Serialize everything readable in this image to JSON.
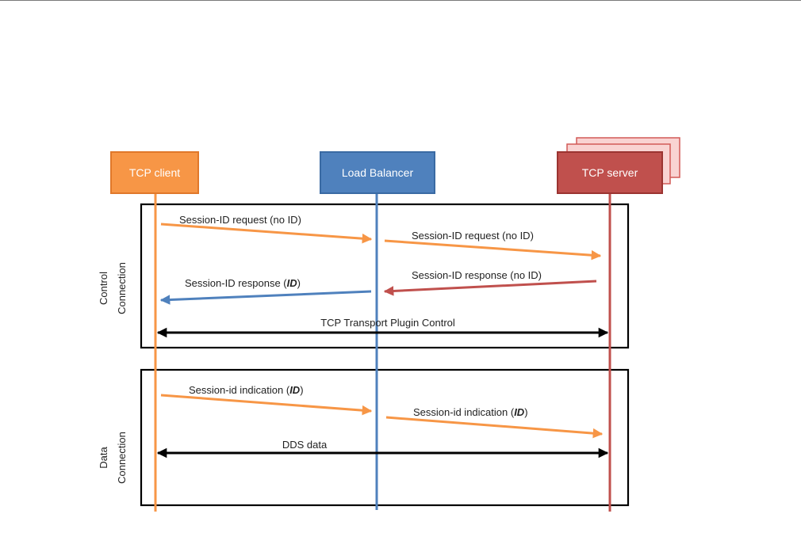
{
  "actors": [
    {
      "id": "client",
      "label": "TCP client",
      "fill": "#f79646",
      "stroke": "#e0782a"
    },
    {
      "id": "lb",
      "label": "Load Balancer",
      "fill": "#4f81bd",
      "stroke": "#3a6aa3"
    },
    {
      "id": "server",
      "label": "TCP server",
      "fill": "#c0504d",
      "stroke": "#9b3431",
      "stack_fill": "#f9d3d2",
      "stack_stroke": "#d25a57"
    }
  ],
  "groups": [
    {
      "id": "control",
      "line1": "Control",
      "line2": "Connection"
    },
    {
      "id": "data",
      "line1": "Data",
      "line2": "Connection"
    }
  ],
  "messages": [
    {
      "id": "m1",
      "parts": [
        {
          "t": "Session-ID request (no ID)",
          "b": false
        }
      ],
      "color": "#f79646"
    },
    {
      "id": "m2",
      "parts": [
        {
          "t": "Session-ID request (no ID)",
          "b": false
        }
      ],
      "color": "#f79646"
    },
    {
      "id": "m3",
      "parts": [
        {
          "t": "Session-ID response (",
          "b": false
        },
        {
          "t": "ID",
          "b": true
        },
        {
          "t": ")",
          "b": false
        }
      ],
      "color": "#4f81bd"
    },
    {
      "id": "m4",
      "parts": [
        {
          "t": "Session-ID response (no ID)",
          "b": false
        }
      ],
      "color": "#c0504d"
    },
    {
      "id": "m5",
      "parts": [
        {
          "t": "TCP Transport Plugin Control",
          "b": false
        }
      ],
      "color": "#000000"
    },
    {
      "id": "m6",
      "parts": [
        {
          "t": "Session-id indication (",
          "b": false
        },
        {
          "t": "ID",
          "b": true
        },
        {
          "t": ")",
          "b": false
        }
      ],
      "color": "#f79646"
    },
    {
      "id": "m7",
      "parts": [
        {
          "t": "Session-id indication (",
          "b": false
        },
        {
          "t": "ID",
          "b": true
        },
        {
          "t": ")",
          "b": false
        }
      ],
      "color": "#f79646"
    },
    {
      "id": "m8",
      "parts": [
        {
          "t": "DDS data",
          "b": false
        }
      ],
      "color": "#000000"
    }
  ]
}
